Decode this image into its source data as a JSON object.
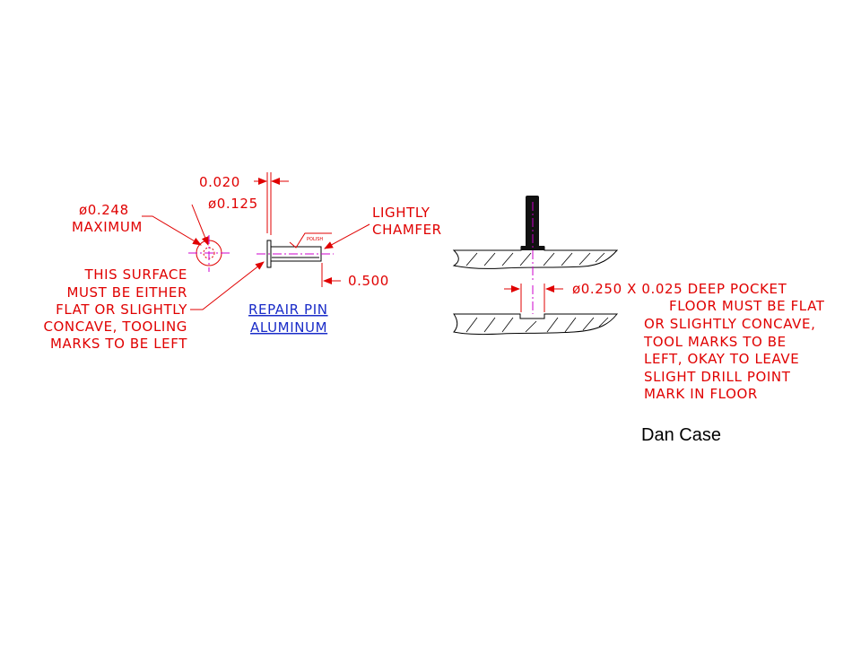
{
  "callouts": {
    "dim_020": "0.020",
    "dim_dia125": "ø0.125",
    "dim_dia248": "ø0.248",
    "dim_dia248_sub": "MAXIMUM",
    "lightly": "LIGHTLY",
    "chamfer": "CHAMFER",
    "polish": "POLISH",
    "dim_500": "0.500",
    "surface_note": [
      "THIS SURFACE",
      "MUST BE EITHER",
      "FLAT OR SLIGHTLY",
      "CONCAVE, TOOLING",
      "MARKS TO BE LEFT"
    ],
    "part_name": "REPAIR PIN",
    "material": "ALUMINUM"
  },
  "pocket_note": [
    "ø0.250 X 0.025 DEEP POCKET",
    "FLOOR MUST BE FLAT",
    "OR SLIGHTLY CONCAVE,",
    "TOOL MARKS TO BE",
    "LEFT, OKAY TO LEAVE",
    "SLIGHT DRILL POINT",
    "MARK IN FLOOR"
  ],
  "author": "Dan Case",
  "colors": {
    "dimension": "#e00000",
    "label": "#1a2cc8",
    "centerline": "#cc00cc",
    "part": "#000000"
  }
}
